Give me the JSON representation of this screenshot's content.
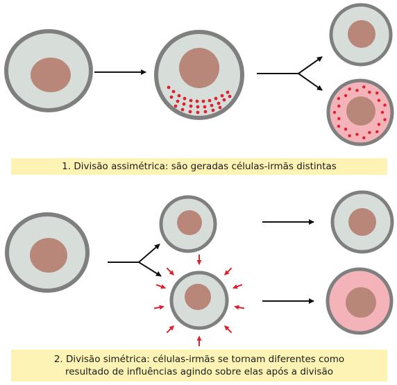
{
  "colors": {
    "cell_border": "#7f7f7f",
    "cytoplasm": "#d7ddd9",
    "nucleus": "#b8877a",
    "determinant_dots": "#e0202e",
    "pink_cytoplasm": "#f2a9ae",
    "arrow": "#111111",
    "signal_arrow": "#e0202e",
    "caption_bg": "#fdf3b4"
  },
  "captions": {
    "asymmetric": "1. Divisão assimétrica: são geradas células-irmãs distintas",
    "symmetric_line1": "2. Divisão simétrica: células-irmãs se tornam diferentes como",
    "symmetric_line2": "resultado de influências agindo sobre elas após a divisão"
  },
  "icons": {
    "division_arrow": "branching-arrow-icon",
    "signal_arrow": "red-arrow-icon"
  }
}
